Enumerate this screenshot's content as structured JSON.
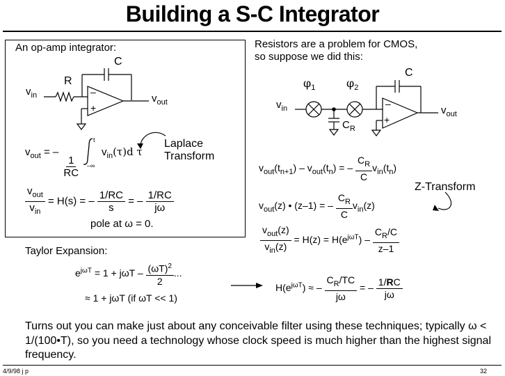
{
  "title": "Building a S-C Integrator",
  "left": {
    "heading": "An op-amp integrator:",
    "cap_label": "C",
    "res_label": "R",
    "vin": "v",
    "vin_sub": "in",
    "vout": "v",
    "vout_sub": "out",
    "minus": "–",
    "plus": "+",
    "eq1_lhs": "v",
    "eq1_lhs_sub": "out",
    "eq1_eq": "= –",
    "eq1_num": "1",
    "eq1_den": "RC",
    "eq1_upper": "t",
    "eq1_lower": "–∞",
    "eq1_integrand": "v",
    "eq1_integrand_sub": "in",
    "eq1_tail": "(τ)d τ",
    "laplace_line1": "Laplace",
    "laplace_line2": "Transform",
    "eq2_num": "v",
    "eq2_num_sub": "out",
    "eq2_den": "v",
    "eq2_den_sub": "in",
    "eq2_mid": "= H(s) = –",
    "eq2_f1_num": "1/RC",
    "eq2_f1_den": "s",
    "eq2_eq": "= –",
    "eq2_f2_num": "1/RC",
    "eq2_f2_den": "jω",
    "pole": "pole at ω = 0."
  },
  "right": {
    "heading_line1": "Resistors are a problem for CMOS,",
    "heading_line2": "so suppose we did this:",
    "phi1": "φ",
    "phi1_sub": "1",
    "phi2": "φ",
    "phi2_sub": "2",
    "cap_label": "C",
    "cr_label": "C",
    "cr_sub": "R",
    "vin": "v",
    "vin_sub": "in",
    "vout": "v",
    "vout_sub": "out",
    "minus": "–",
    "plus": "+",
    "eq3_a": "v",
    "eq3_a_sub": "out",
    "eq3_b": "(t",
    "eq3_b_sub": "n+1",
    "eq3_c": ") – v",
    "eq3_c_sub": "out",
    "eq3_d": "(t",
    "eq3_d_sub": "n",
    "eq3_e": ") = –",
    "eq3_num": "C",
    "eq3_num_sub": "R",
    "eq3_den": "C",
    "eq3_f": "v",
    "eq3_f_sub": "in",
    "eq3_g": "(t",
    "eq3_g_sub": "n",
    "eq3_h": ")",
    "ztransform": "Z-Transform",
    "eq4_a": "v",
    "eq4_a_sub": "out",
    "eq4_b": "(z) • (z–1) = –",
    "eq4_num": "C",
    "eq4_num_sub": "R",
    "eq4_den": "C",
    "eq4_c": "v",
    "eq4_c_sub": "in",
    "eq4_d": "(z)",
    "eq5_num": "v",
    "eq5_num_sub": "out",
    "eq5_num_tail": "(z)",
    "eq5_den": "v",
    "eq5_den_sub": "in",
    "eq5_den_tail": "(z)",
    "eq5_mid": "= H(z) = H(e",
    "eq5_sup": "jωT",
    "eq5_after": ") –",
    "eq5_f_num": "C",
    "eq5_f_num_sub": "R",
    "eq5_f_num_tail": "/C",
    "eq5_f_den": "z–1"
  },
  "taylor": {
    "heading": "Taylor Expansion:",
    "l1_a": "e",
    "l1_sup": "jωT",
    "l1_b": "= 1 + jωT –",
    "l1_num": "(ωT)",
    "l1_num_sup": "2",
    "l1_den": "2",
    "l1_tail": "...",
    "l2": "≈ 1 + jωT (if ωT << 1)"
  },
  "result": {
    "a": "H(e",
    "sup": "jωT",
    "b": ") ≈ –",
    "f1_num": "C",
    "f1_num_sub": "R",
    "f1_num_tail": "/TC",
    "f1_den": "jω",
    "eq": "= –",
    "f2_num_a": "1/",
    "f2_num_b": "R",
    "f2_num_c": "C",
    "f2_den": "jω"
  },
  "paragraph": "Turns out you can make just about any conceivable filter using these techniques; typically ω < 1/(100•T), so you need a technology whose clock speed is much higher than the highest signal frequency.",
  "footer": {
    "left": "4/9/98 j p",
    "right": "32"
  }
}
